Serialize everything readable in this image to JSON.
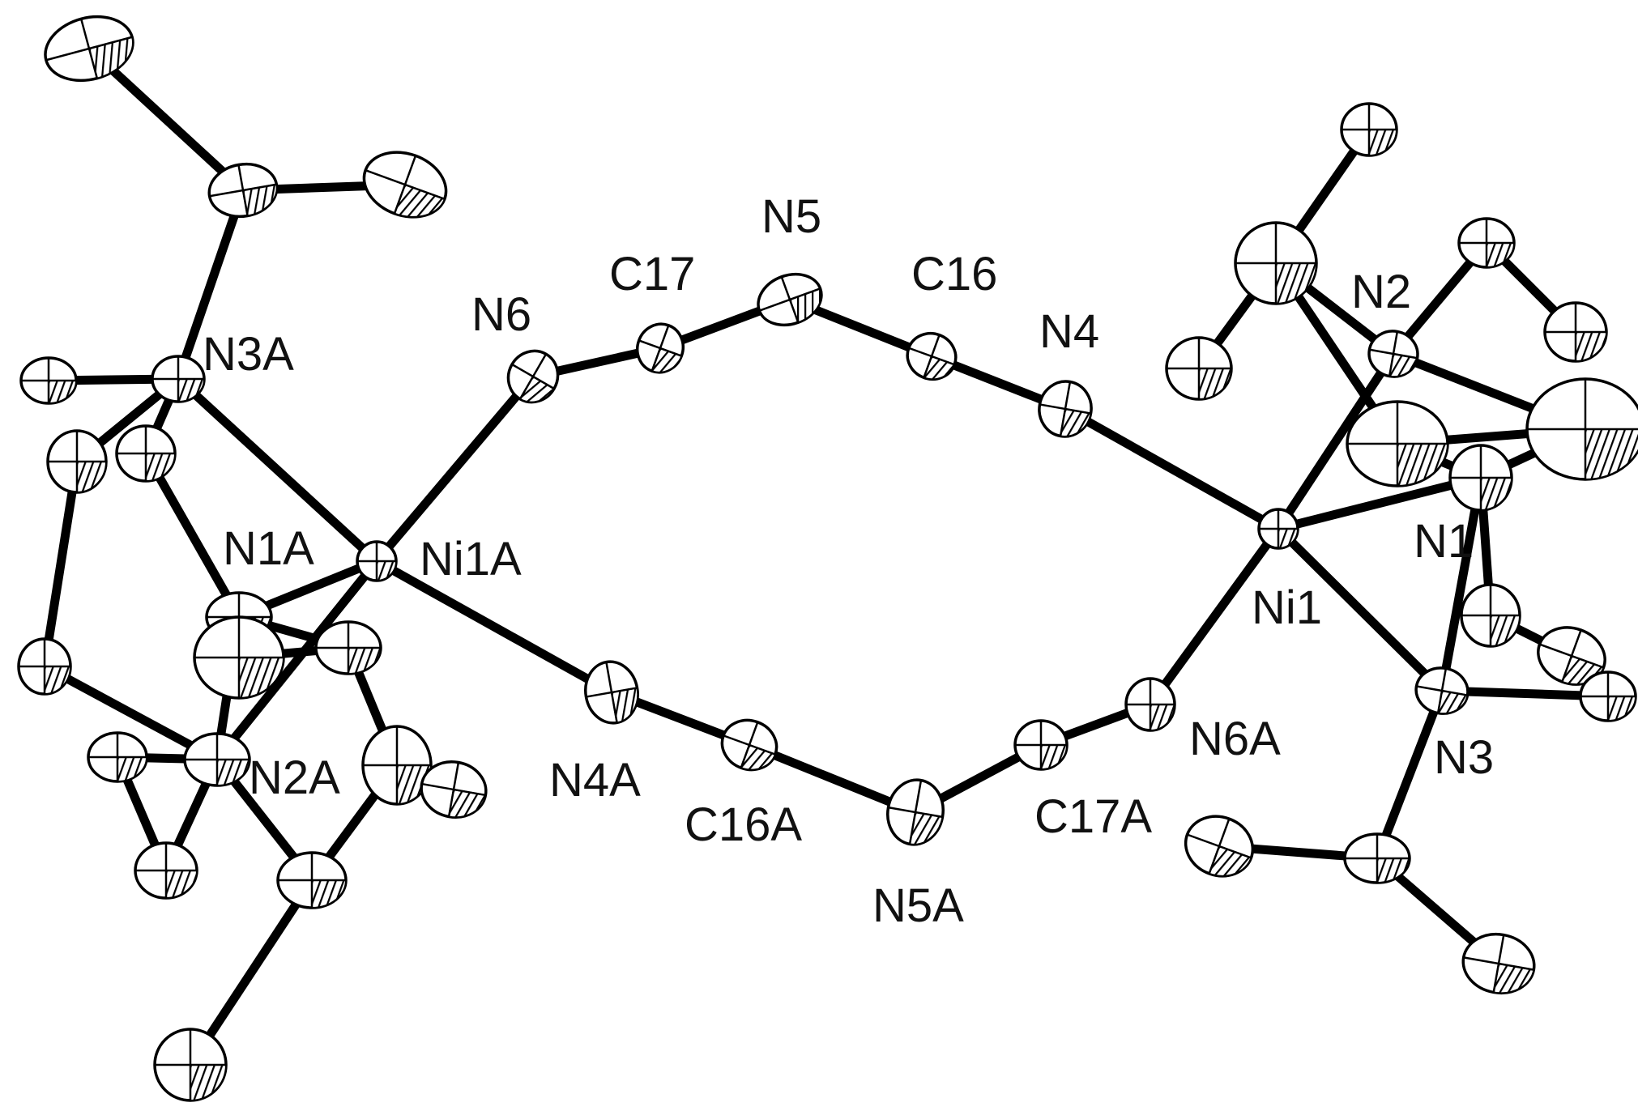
{
  "figure": {
    "labels": {
      "N3A": "N3A",
      "N6": "N6",
      "C17": "C17",
      "N5": "N5",
      "C16": "C16",
      "N4": "N4",
      "N2": "N2",
      "N1A": "N1A",
      "Ni1A": "Ni1A",
      "N1": "N1",
      "Ni1": "Ni1",
      "N6A": "N6A",
      "N3": "N3",
      "N4A": "N4A",
      "N2A": "N2A",
      "C16A": "C16A",
      "C17A": "C17A",
      "N5A": "N5A"
    },
    "style": {
      "ink": "#000000",
      "background": "#ffffff"
    }
  }
}
